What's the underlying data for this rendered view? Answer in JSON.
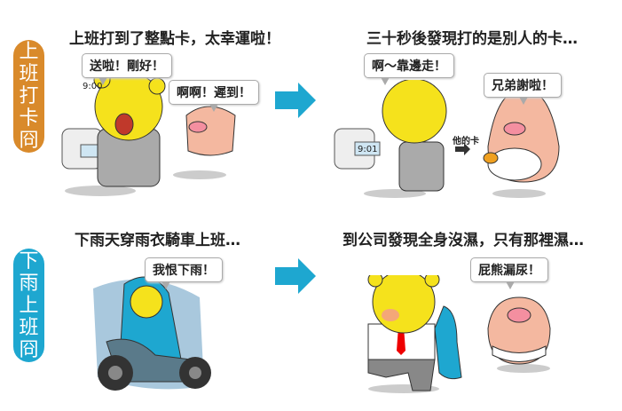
{
  "rows": [
    {
      "label": [
        "上",
        "班",
        "打",
        "卡",
        "冏"
      ],
      "color": "#d98a2b",
      "panels": [
        {
          "title": "上班打到了整點卡，太幸運啦！",
          "bubbles": [
            "送啦！剛好！",
            "啊啊！遲到！"
          ],
          "clock": "9:00"
        },
        {
          "title": "三十秒後發現打的是別人的卡…",
          "bubbles": [
            "啊～靠邊走！",
            "兄弟謝啦！"
          ],
          "clock": "9:01",
          "note": "他的卡"
        }
      ]
    },
    {
      "label": [
        "下",
        "雨",
        "上",
        "班",
        "冏"
      ],
      "color": "#1ea7d0",
      "panels": [
        {
          "title": "下雨天穿雨衣騎車上班…",
          "bubbles": [
            "我恨下雨！"
          ]
        },
        {
          "title": "到公司發現全身沒濕，只有那裡濕…",
          "bubbles": [
            "屁熊漏尿！"
          ]
        }
      ]
    }
  ],
  "colors": {
    "arrow": "#1ea7d0",
    "bear": "#f5e21c",
    "pig": "#f4b8a0",
    "suit": "#a8a8a8"
  }
}
